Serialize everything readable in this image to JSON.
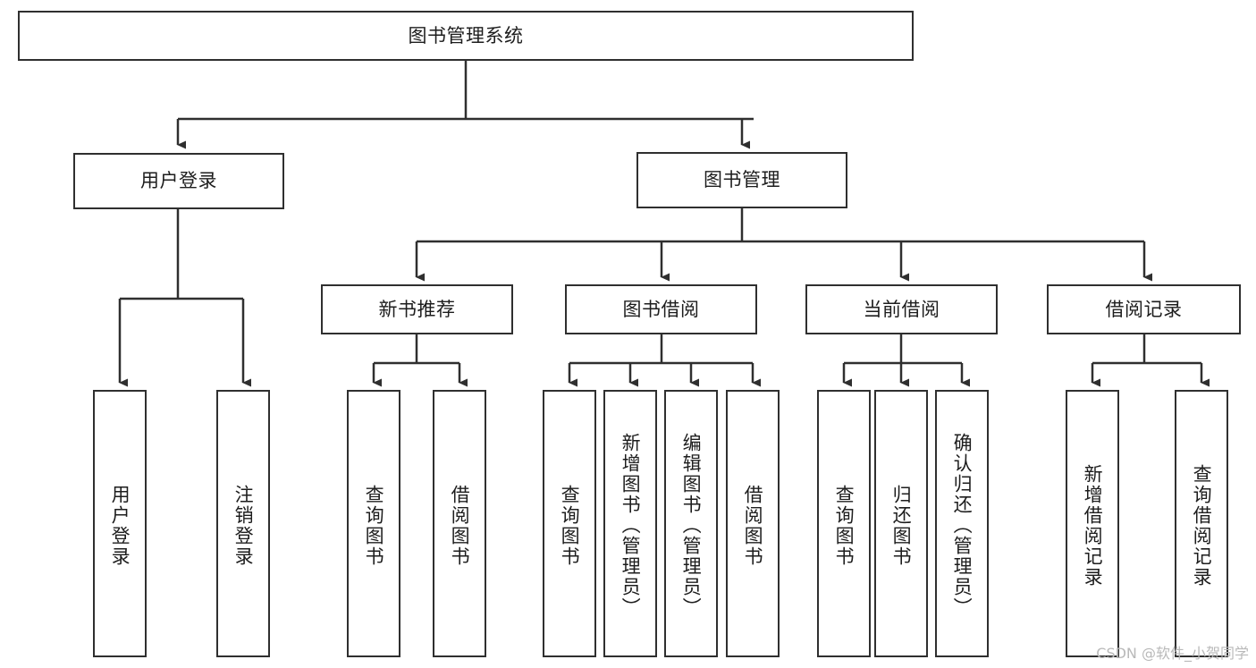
{
  "diagram": {
    "title": "图书管理系统",
    "type": "hierarchy-tree",
    "watermark": "CSDN @软件_小贺同学",
    "colors": {
      "box_border": "#2f2f2f",
      "box_fill": "#ffffff",
      "connector": "#2f2f2f",
      "text": "#1d1d1d",
      "watermark": "#b9b9b9",
      "background": "#ffffff"
    },
    "root": {
      "label": "图书管理系统"
    },
    "level2": [
      {
        "label": "用户登录"
      },
      {
        "label": "图书管理"
      }
    ],
    "level3": [
      {
        "label": "新书推荐"
      },
      {
        "label": "图书借阅"
      },
      {
        "label": "当前借阅"
      },
      {
        "label": "借阅记录"
      }
    ],
    "leaves": {
      "user_login": [
        {
          "label": "用户登录"
        },
        {
          "label": "注销登录"
        }
      ],
      "new_book_recommend": [
        {
          "label": "查询图书"
        },
        {
          "label": "借阅图书"
        }
      ],
      "book_borrow": [
        {
          "label": "查询图书"
        },
        {
          "label": "新增图书（管理员）"
        },
        {
          "label": "编辑图书（管理员）"
        },
        {
          "label": "借阅图书"
        }
      ],
      "current_borrow": [
        {
          "label": "查询图书"
        },
        {
          "label": "归还图书"
        },
        {
          "label": "确认归还（管理员）"
        }
      ],
      "borrow_record": [
        {
          "label": "新增借阅记录"
        },
        {
          "label": "查询借阅记录"
        }
      ]
    }
  }
}
